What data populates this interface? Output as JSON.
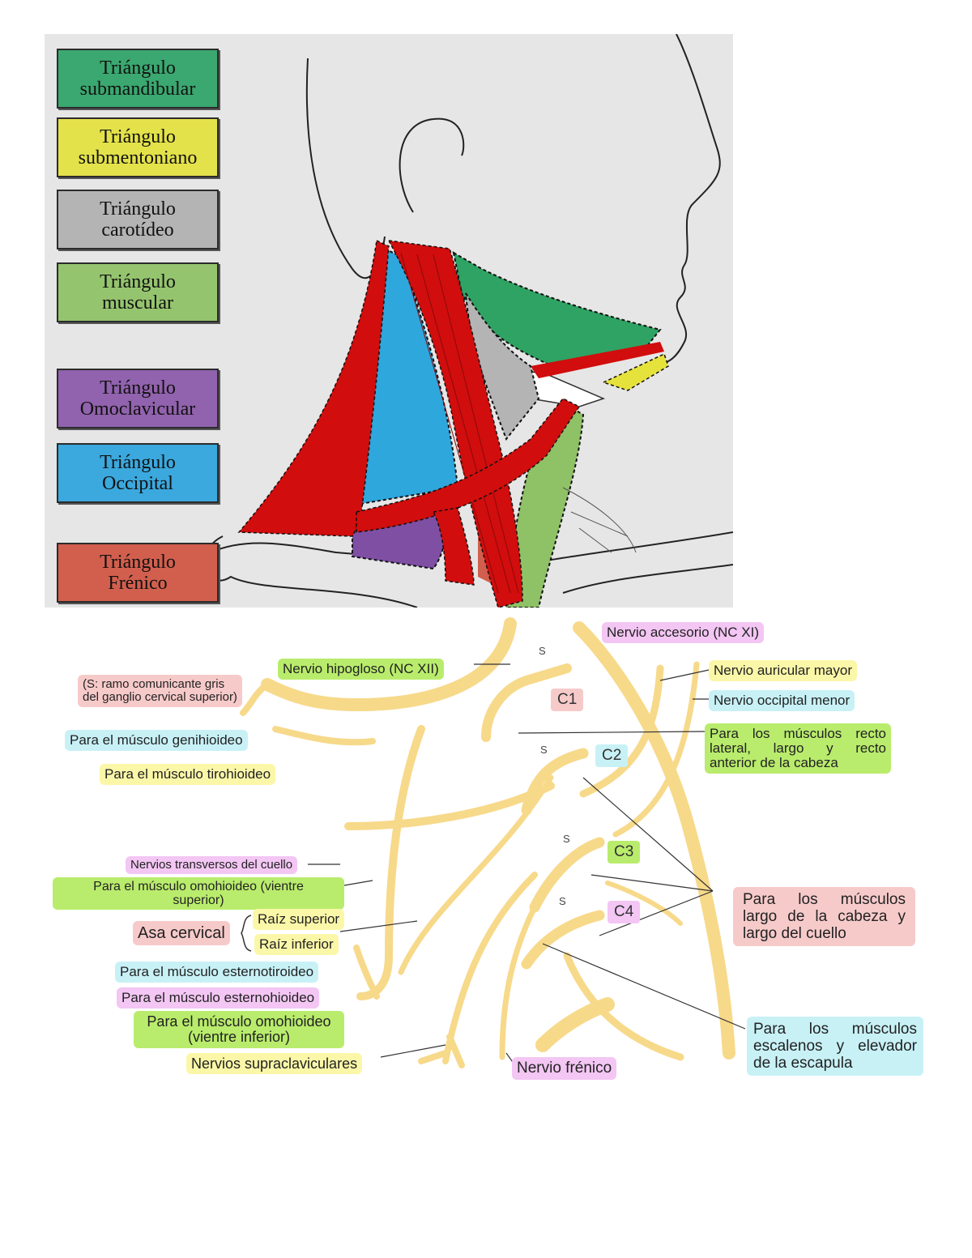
{
  "figure1": {
    "legend": [
      {
        "line1": "Triángulo",
        "line2": "submandibular",
        "color": "#3aa870"
      },
      {
        "line1": "Triángulo",
        "line2": "submentoniano",
        "color": "#e4e24a"
      },
      {
        "line1": "Triángulo",
        "line2": "carotídeo",
        "color": "#b4b4b4"
      },
      {
        "line1": "Triángulo",
        "line2": "muscular",
        "color": "#95c46e"
      },
      {
        "line1": "Triángulo",
        "line2": "Omoclavicular",
        "color": "#9162ad"
      },
      {
        "line1": "Triángulo",
        "line2": "Occipital",
        "color": "#3ba8de"
      },
      {
        "line1": "Triángulo",
        "line2": "Frénico",
        "color": "#d25f4e"
      }
    ],
    "muscle_color": "#d10d0d"
  },
  "figure2": {
    "nerve_color": "#f7d98a",
    "labels": {
      "accesorio": "Nervio accesorio  (NC XI)",
      "hipogloso": "Nervio hipogloso (NC XII)",
      "ramo_line1": "(S:  ramo  comunicante  gris",
      "ramo_line2": "del ganglio cervical superior)",
      "auricular": "Nervio auricular mayor",
      "occipital": "Nervio occipital menor",
      "genihioideo": "Para el músculo genihioideo",
      "tirohioideo": "Para el músculo tirohioideo",
      "recto_line1": "Para los músculos recto",
      "recto_line2": "lateral,  largo  y  recto",
      "recto_line3": "anterior de la cabeza",
      "transversos": "Nervios transversos del cuello",
      "omo_sup_line1": "Para el músculo omohioideo (vientre",
      "omo_sup_line2": "superior)",
      "asa": "Asa cervical",
      "raiz_sup": "Raíz superior",
      "raiz_inf": "Raíz inferior",
      "largo_line1": "Para   los   músculos",
      "largo_line2": "largo de la cabeza y",
      "largo_line3": "largo del cuello",
      "esternotiroideo": "Para el músculo esternotiroideo",
      "esternohioideo": "Para el músculo esternohioideo",
      "omo_inf_line1": "Para el músculo omohioideo",
      "omo_inf_line2": "(vientre inferior)",
      "supraclaviculares": "Nervios supraclaviculares",
      "frenico": "Nervio frénico",
      "escalenos_line1": "Para    los    músculos",
      "escalenos_line2": "escalenos y elevador",
      "escalenos_line3": "de la escapula",
      "c1": "C1",
      "c2": "C2",
      "c3": "C3",
      "c4": "C4",
      "s": "S"
    }
  }
}
